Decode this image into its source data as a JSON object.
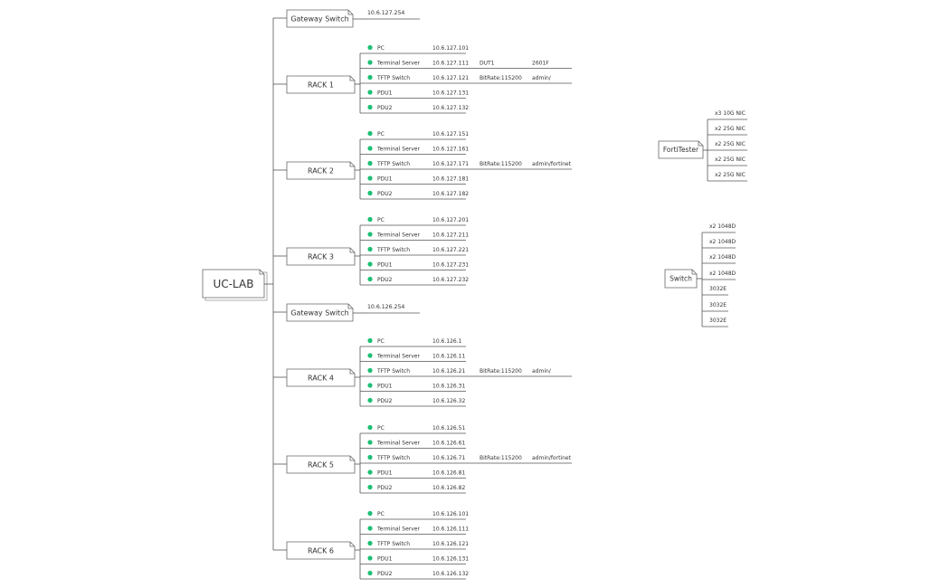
{
  "root": {
    "label": "UC-LAB"
  },
  "groups": [
    {
      "type": "gateway",
      "label": "Gateway Switch",
      "ip": "10.6.127.254"
    },
    {
      "type": "rack",
      "label": "RACK 1",
      "devices": [
        {
          "name": "PC",
          "ip": "10.6.127.101",
          "extra": []
        },
        {
          "name": "Terminal Server",
          "ip": "10.6.127.111",
          "extra": [
            "DUT1",
            "2601F"
          ]
        },
        {
          "name": "TFTP Switch",
          "ip": "10.6.127.121",
          "extra": [
            "BitRate:115200",
            "admin/"
          ]
        },
        {
          "name": "PDU1",
          "ip": "10.6.127.131",
          "extra": []
        },
        {
          "name": "PDU2",
          "ip": "10.6.127.132",
          "extra": []
        }
      ]
    },
    {
      "type": "rack",
      "label": "RACK 2",
      "devices": [
        {
          "name": "PC",
          "ip": "10.6.127.151",
          "extra": []
        },
        {
          "name": "Terminal Server",
          "ip": "10.6.127.161",
          "extra": []
        },
        {
          "name": "TFTP Switch",
          "ip": "10.6.127.171",
          "extra": [
            "BitRate:115200",
            "admin/fortinet"
          ]
        },
        {
          "name": "PDU1",
          "ip": "10.6.127.181",
          "extra": []
        },
        {
          "name": "PDU2",
          "ip": "10.6.127.182",
          "extra": []
        }
      ]
    },
    {
      "type": "rack",
      "label": "RACK 3",
      "devices": [
        {
          "name": "PC",
          "ip": "10.6.127.201",
          "extra": []
        },
        {
          "name": "Terminal Server",
          "ip": "10.6.127.211",
          "extra": []
        },
        {
          "name": "TFTP Switch",
          "ip": "10.6.127.221",
          "extra": []
        },
        {
          "name": "PDU1",
          "ip": "10.6.127.231",
          "extra": []
        },
        {
          "name": "PDU2",
          "ip": "10.6.127.232",
          "extra": []
        }
      ]
    },
    {
      "type": "gateway",
      "label": "Gateway Switch",
      "ip": "10.6.126.254"
    },
    {
      "type": "rack",
      "label": "RACK 4",
      "devices": [
        {
          "name": "PC",
          "ip": "10.6.126.1",
          "extra": []
        },
        {
          "name": "Terminal Server",
          "ip": "10.6.126.11",
          "extra": []
        },
        {
          "name": "TFTP Switch",
          "ip": "10.6.126.21",
          "extra": [
            "BitRate:115200",
            "admin/"
          ]
        },
        {
          "name": "PDU1",
          "ip": "10.6.126.31",
          "extra": []
        },
        {
          "name": "PDU2",
          "ip": "10.6.126.32",
          "extra": []
        }
      ]
    },
    {
      "type": "rack",
      "label": "RACK 5",
      "devices": [
        {
          "name": "PC",
          "ip": "10.6.126.51",
          "extra": []
        },
        {
          "name": "Terminal Server",
          "ip": "10.6.126.61",
          "extra": []
        },
        {
          "name": "TFTP Switch",
          "ip": "10.6.126.71",
          "extra": [
            "BitRate:115200",
            "admin/fortinet"
          ]
        },
        {
          "name": "PDU1",
          "ip": "10.6.126.81",
          "extra": []
        },
        {
          "name": "PDU2",
          "ip": "10.6.126.82",
          "extra": []
        }
      ]
    },
    {
      "type": "rack",
      "label": "RACK 6",
      "devices": [
        {
          "name": "PC",
          "ip": "10.6.126.101",
          "extra": []
        },
        {
          "name": "Terminal Server",
          "ip": "10.6.126.111",
          "extra": []
        },
        {
          "name": "TFTP Switch",
          "ip": "10.6.126.121",
          "extra": []
        },
        {
          "name": "PDU1",
          "ip": "10.6.126.131",
          "extra": []
        },
        {
          "name": "PDU2",
          "ip": "10.6.126.132",
          "extra": []
        }
      ]
    }
  ],
  "floating": [
    {
      "label": "FortiTester",
      "items": [
        "x3 10G NIC",
        "x2 25G NIC",
        "x2 25G NIC",
        "x2 25G NIC",
        "x2 25G NIC"
      ]
    },
    {
      "label": "Switch",
      "items": [
        "x2 1048D",
        "x2 1048D",
        "x2 1048D",
        "x2 1048D",
        "3032E",
        "3032E",
        "3032E"
      ]
    }
  ],
  "colors": {
    "line": "#555555",
    "text": "#333333",
    "dot": "#1dbf73",
    "box_border": "#666666",
    "background": "#ffffff"
  }
}
